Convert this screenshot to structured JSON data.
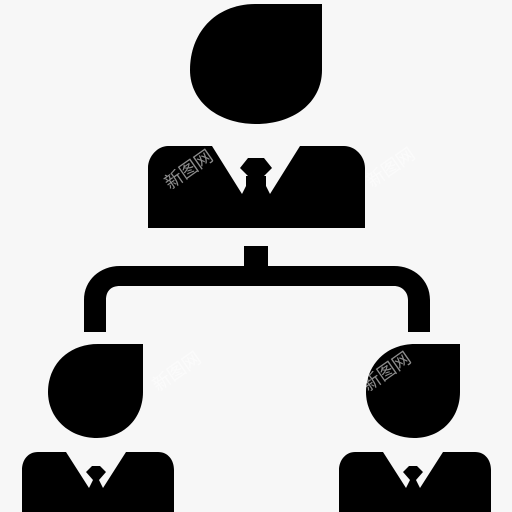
{
  "icon": {
    "name": "org-chart-icon",
    "color": "#000000",
    "background": "#f7f7f7"
  },
  "watermarks": [
    "新图网",
    "新图网",
    "新图网",
    "新图网"
  ]
}
